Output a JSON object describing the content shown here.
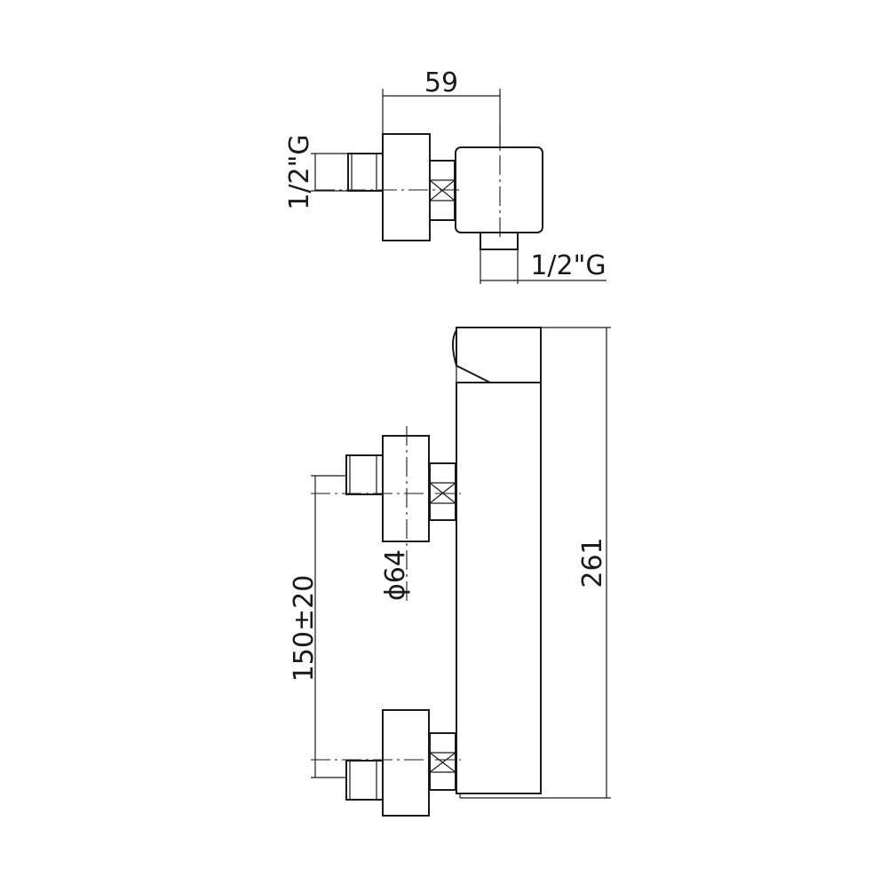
{
  "dimensions": {
    "top_width": "59",
    "inlet_thread": "1/2\"G",
    "outlet_thread": "1/2\"G",
    "diameter": "ϕ64",
    "center_distance": "150±20",
    "height": "261"
  }
}
